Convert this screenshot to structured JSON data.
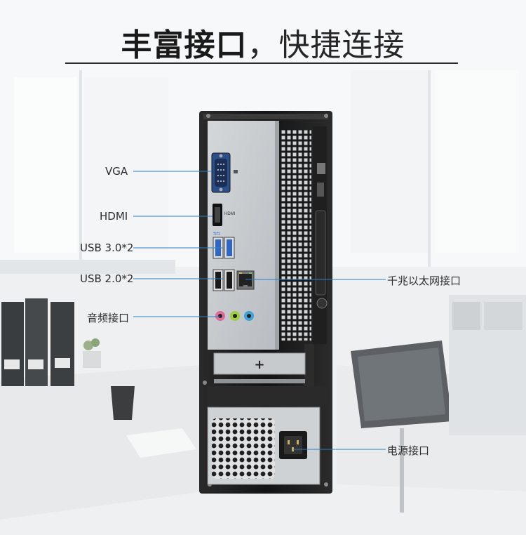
{
  "heading": {
    "bold_part": "丰富接口",
    "comma": "，",
    "light_part": "快捷连接"
  },
  "port_labels": {
    "vga": "VGA",
    "hdmi": "HDMI",
    "usb3": "USB 3.0*2",
    "usb2": "USB 2.0*2",
    "audio": "音频接口",
    "ethernet": "千兆以太网接口",
    "power": "电源接口"
  },
  "case_markings": {
    "hdmi_text": "HDMI"
  },
  "colors": {
    "callout_line": "#2b7fc4",
    "audio_pink": "#e06a9a",
    "audio_green": "#9ccf3a",
    "audio_blue": "#3ea2d8",
    "usb3_blue": "#2f67c8",
    "case": "#1b1b1b",
    "panel": "#c9cccf"
  }
}
